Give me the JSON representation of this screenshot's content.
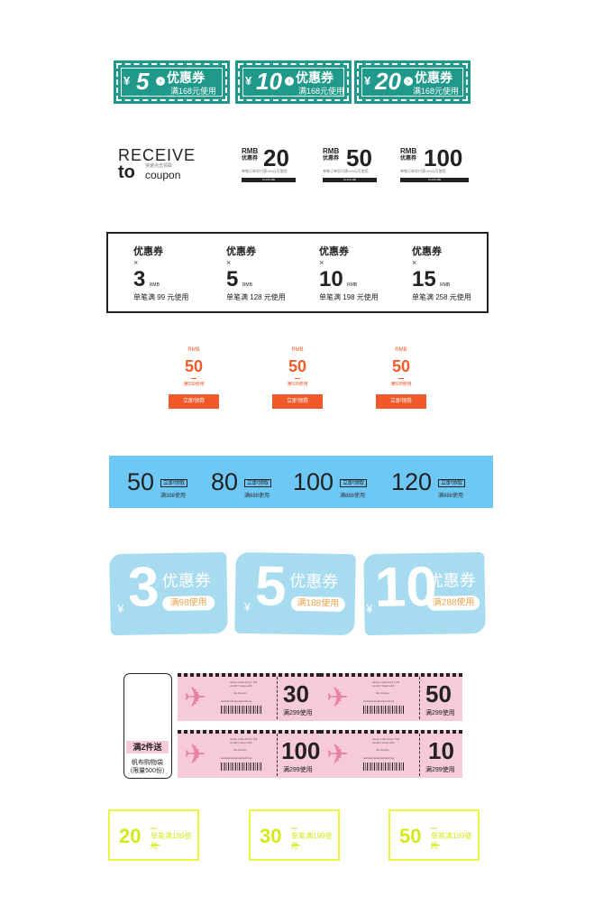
{
  "teal_coupons": [
    {
      "yen": "¥",
      "num": "5",
      "label": "优惠券",
      "cond": "满168元使用"
    },
    {
      "yen": "¥",
      "num": "10",
      "label": "优惠券",
      "cond": "满168元使用"
    },
    {
      "yen": "¥",
      "num": "20",
      "label": "优惠券",
      "cond": "满168元使用"
    }
  ],
  "receive": {
    "title": "RECEIVE",
    "to": "to",
    "coupon": "coupon",
    "sub": "快速点击领取"
  },
  "rmb_cards": [
    {
      "rmb": "RMB",
      "label": "优惠券",
      "num": "20",
      "note": "单笔订单实付满100元可使用",
      "btn": "CLICK ME"
    },
    {
      "rmb": "RMB",
      "label": "优惠券",
      "num": "50",
      "note": "单笔订单实付满100元可使用",
      "btn": "CLICK ME"
    },
    {
      "rmb": "RMB",
      "label": "优惠券",
      "num": "100",
      "note": "单笔订单实付满100元可使用",
      "btn": "CLICK ME"
    }
  ],
  "box_coupons": [
    {
      "label": "优惠券",
      "x": "×",
      "num": "3",
      "rmb": "RMB",
      "cond": "单笔满 99 元使用"
    },
    {
      "label": "优惠券",
      "x": "×",
      "num": "5",
      "rmb": "RMB",
      "cond": "单笔满 128 元使用"
    },
    {
      "label": "优惠券",
      "x": "×",
      "num": "10",
      "rmb": "RMB",
      "cond": "单笔满 198 元使用"
    },
    {
      "label": "优惠券",
      "x": "×",
      "num": "15",
      "rmb": "RMB",
      "cond": "单笔满 258 元使用"
    }
  ],
  "orange_coupons": [
    {
      "rmb": "RMB",
      "num": "50",
      "cond": "满599使用",
      "btn": "立即领券"
    },
    {
      "rmb": "RMB",
      "num": "50",
      "cond": "满599使用",
      "btn": "立即领券"
    },
    {
      "rmb": "RMB",
      "num": "50",
      "cond": "满599使用",
      "btn": "立即领券"
    }
  ],
  "blue_coupons": [
    {
      "num": "50",
      "btn": "立即领取",
      "cond": "满388使用"
    },
    {
      "num": "80",
      "btn": "立即领取",
      "cond": "满688使用"
    },
    {
      "num": "100",
      "btn": "立即领取",
      "cond": "满888使用"
    },
    {
      "num": "120",
      "btn": "立即领取",
      "cond": "满988使用"
    }
  ],
  "blob_coupons": [
    {
      "yen": "¥",
      "num": "3",
      "label": "优惠券",
      "cond": "满98使用"
    },
    {
      "yen": "¥",
      "num": "5",
      "label": "优惠券",
      "cond": "满188使用"
    },
    {
      "yen": "¥",
      "num": "10",
      "label": "优惠券",
      "cond": "满288使用"
    }
  ],
  "promo_side": {
    "badge": "满2件送",
    "line1": "帆布购物袋",
    "line2": "（限量500份）"
  },
  "ticket_text": {
    "line1": "cause I was tired, I still",
    "line2": "couldn't sleep with",
    "line3": "the houses",
    "line4": "website/designedcloshing"
  },
  "tickets": [
    {
      "num": "30",
      "cond": "满299使用"
    },
    {
      "num": "50",
      "cond": "满299使用"
    },
    {
      "num": "100",
      "cond": "满299使用"
    },
    {
      "num": "10",
      "cond": "满299使用"
    }
  ],
  "yellow_coupons": [
    {
      "num": "20",
      "tiny": "RMB",
      "cond": "单笔满199使用"
    },
    {
      "num": "30",
      "tiny": "RMB",
      "cond": "单笔满199使用"
    },
    {
      "num": "50",
      "tiny": "RMB",
      "cond": "单笔满199使用"
    }
  ],
  "colors": {
    "teal": "#20998a",
    "orange": "#f05a2b",
    "sky": "#6dc8f5",
    "pink": "#f6cbd7",
    "yellow": "#e8f542"
  }
}
